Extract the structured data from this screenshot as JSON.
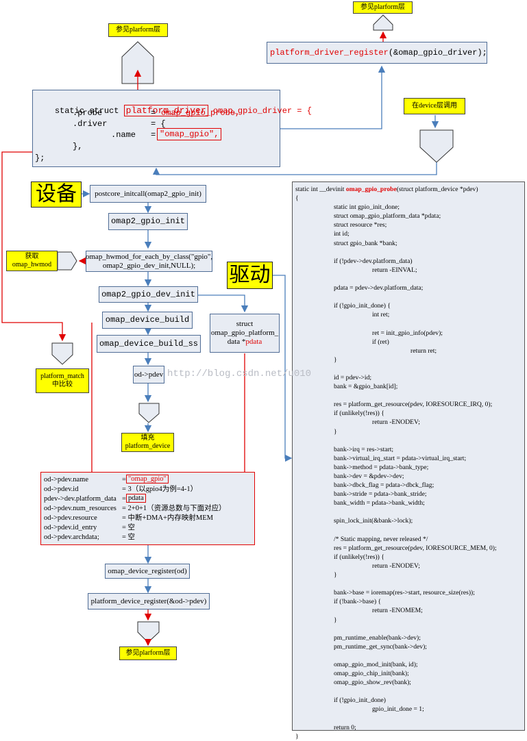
{
  "struct_box": {
    "prefix": "static struct ",
    "type_name": "platform_driver",
    "var_decl": " omap_gpio_driver = {",
    "probe_field": ".probe",
    "probe_eq": "=",
    "probe_value": "omap_gpio_probe,",
    "driver_field": ".driver",
    "driver_eq": "= {",
    "name_field": ".name",
    "name_eq": "=",
    "name_value": "\"omap_gpio\",",
    "close_inner": "},",
    "close_outer": "};"
  },
  "labels": {
    "see_platform_1": "参见plarform层",
    "see_platform_2": "参见plarform层",
    "see_platform_3": "参见plarform层",
    "device_call": "在device层调用",
    "device_big": "设备",
    "driver_big": "驱动",
    "get_hwmod": "获取\nomap_hwmod",
    "platform_match": "platform_match\n中比较",
    "fill_device": "填充\nplatform_device"
  },
  "register_box": {
    "func": "platform_driver_register",
    "arg": "(&omap_gpio_driver);"
  },
  "flow": {
    "postcore": "postcore_initcall(omap2_gpio_init)",
    "gpio_init": "omap2_gpio_init",
    "hwmod_each": "omap_hwmod_for_each_by_class(\"gpio\",\nomap2_gpio_dev_init,NULL);",
    "dev_init": "omap2_gpio_dev_init",
    "device_build": "omap_device_build",
    "device_build_ss": "omap_device_build_ss",
    "od_pdev": "od->pdev",
    "pdata_struct": "struct\nomap_gpio_platform_\ndata *",
    "pdata_name": "pdata",
    "device_register": "omap_device_register(od)",
    "platform_device_register": "platform_device_register(&od->pdev)"
  },
  "pdev_fields": [
    {
      "name": "od->pdev.name",
      "value": "\"omap_gpio\""
    },
    {
      "name": "od->pdev.id",
      "value": "= 3（以gpio4为例=4-1）"
    },
    {
      "name": "pdev->dev.platform_data",
      "value": "pdata"
    },
    {
      "name": "od->pdev.num_resources",
      "value": "= 2+0+1（资源总数与下面对应）"
    },
    {
      "name": "od->pdev.resource",
      "value": "= 中断+DMA+内存映射MEM"
    },
    {
      "name": "od->pdev.id_entry",
      "value": "= 空"
    },
    {
      "name": "od->pdev.archdata;",
      "value": "= 空"
    }
  ],
  "pdev_eq": "=",
  "watermark": "http://blog.csdn.net/u010",
  "probe_code": {
    "sig_prefix": "static int __devinit ",
    "sig_func": "omap_gpio_probe",
    "sig_suffix": "(struct platform_device *pdev)",
    "lines": [
      {
        "i": 0,
        "t": "{"
      },
      {
        "i": 1,
        "t": "static int gpio_init_done;"
      },
      {
        "i": 1,
        "t": "struct omap_gpio_platform_data *pdata;"
      },
      {
        "i": 1,
        "t": "struct resource *res;"
      },
      {
        "i": 1,
        "t": "int id;"
      },
      {
        "i": 1,
        "t": "struct gpio_bank *bank;"
      },
      {
        "i": 1,
        "t": ""
      },
      {
        "i": 1,
        "t": "if (!pdev->dev.platform_data)"
      },
      {
        "i": 2,
        "t": "return -EINVAL;"
      },
      {
        "i": 1,
        "t": ""
      },
      {
        "i": 1,
        "t": "pdata = pdev->dev.platform_data;"
      },
      {
        "i": 1,
        "t": ""
      },
      {
        "i": 1,
        "t": "if (!gpio_init_done) {"
      },
      {
        "i": 2,
        "t": "int ret;"
      },
      {
        "i": 1,
        "t": ""
      },
      {
        "i": 2,
        "t": "ret = init_gpio_info(pdev);"
      },
      {
        "i": 2,
        "t": "if (ret)"
      },
      {
        "i": 3,
        "t": "return ret;"
      },
      {
        "i": 1,
        "t": "}"
      },
      {
        "i": 1,
        "t": ""
      },
      {
        "i": 1,
        "t": "id = pdev->id;"
      },
      {
        "i": 1,
        "t": "bank = &gpio_bank[id];"
      },
      {
        "i": 1,
        "t": ""
      },
      {
        "i": 1,
        "t": "res = platform_get_resource(pdev, IORESOURCE_IRQ, 0);"
      },
      {
        "i": 1,
        "t": "if (unlikely(!res)) {"
      },
      {
        "i": 2,
        "t": "return -ENODEV;"
      },
      {
        "i": 1,
        "t": "}"
      },
      {
        "i": 1,
        "t": ""
      },
      {
        "i": 1,
        "t": "bank->irq = res->start;"
      },
      {
        "i": 1,
        "t": "bank->virtual_irq_start = pdata->virtual_irq_start;"
      },
      {
        "i": 1,
        "t": "bank->method = pdata->bank_type;"
      },
      {
        "i": 1,
        "t": "bank->dev = &pdev->dev;"
      },
      {
        "i": 1,
        "t": "bank->dbck_flag = pdata->dbck_flag;"
      },
      {
        "i": 1,
        "t": "bank->stride = pdata->bank_stride;"
      },
      {
        "i": 1,
        "t": "bank_width = pdata->bank_width;"
      },
      {
        "i": 1,
        "t": ""
      },
      {
        "i": 1,
        "t": "spin_lock_init(&bank->lock);"
      },
      {
        "i": 1,
        "t": ""
      },
      {
        "i": 1,
        "t": "/* Static mapping, never released */"
      },
      {
        "i": 1,
        "t": "res = platform_get_resource(pdev, IORESOURCE_MEM, 0);"
      },
      {
        "i": 1,
        "t": "if (unlikely(!res)) {"
      },
      {
        "i": 2,
        "t": "return -ENODEV;"
      },
      {
        "i": 1,
        "t": "}"
      },
      {
        "i": 1,
        "t": ""
      },
      {
        "i": 1,
        "t": "bank->base = ioremap(res->start, resource_size(res));"
      },
      {
        "i": 1,
        "t": "if (!bank->base) {"
      },
      {
        "i": 2,
        "t": "return -ENOMEM;"
      },
      {
        "i": 1,
        "t": "}"
      },
      {
        "i": 1,
        "t": ""
      },
      {
        "i": 1,
        "t": "pm_runtime_enable(bank->dev);"
      },
      {
        "i": 1,
        "t": "pm_runtime_get_sync(bank->dev);"
      },
      {
        "i": 1,
        "t": ""
      },
      {
        "i": 1,
        "t": "omap_gpio_mod_init(bank, id);"
      },
      {
        "i": 1,
        "t": "omap_gpio_chip_init(bank);"
      },
      {
        "i": 1,
        "t": "omap_gpio_show_rev(bank);"
      },
      {
        "i": 1,
        "t": ""
      },
      {
        "i": 1,
        "t": "if (!gpio_init_done)"
      },
      {
        "i": 2,
        "t": "gpio_init_done = 1;"
      },
      {
        "i": 1,
        "t": ""
      },
      {
        "i": 1,
        "t": "return 0;"
      },
      {
        "i": 0,
        "t": "}"
      }
    ]
  },
  "colors": {
    "box_fill": "#e8ecf3",
    "box_border": "#4f6c95",
    "arrow_blue": "#4a7ebb",
    "arrow_red": "#e00000",
    "label_yellow": "#ffff00"
  }
}
